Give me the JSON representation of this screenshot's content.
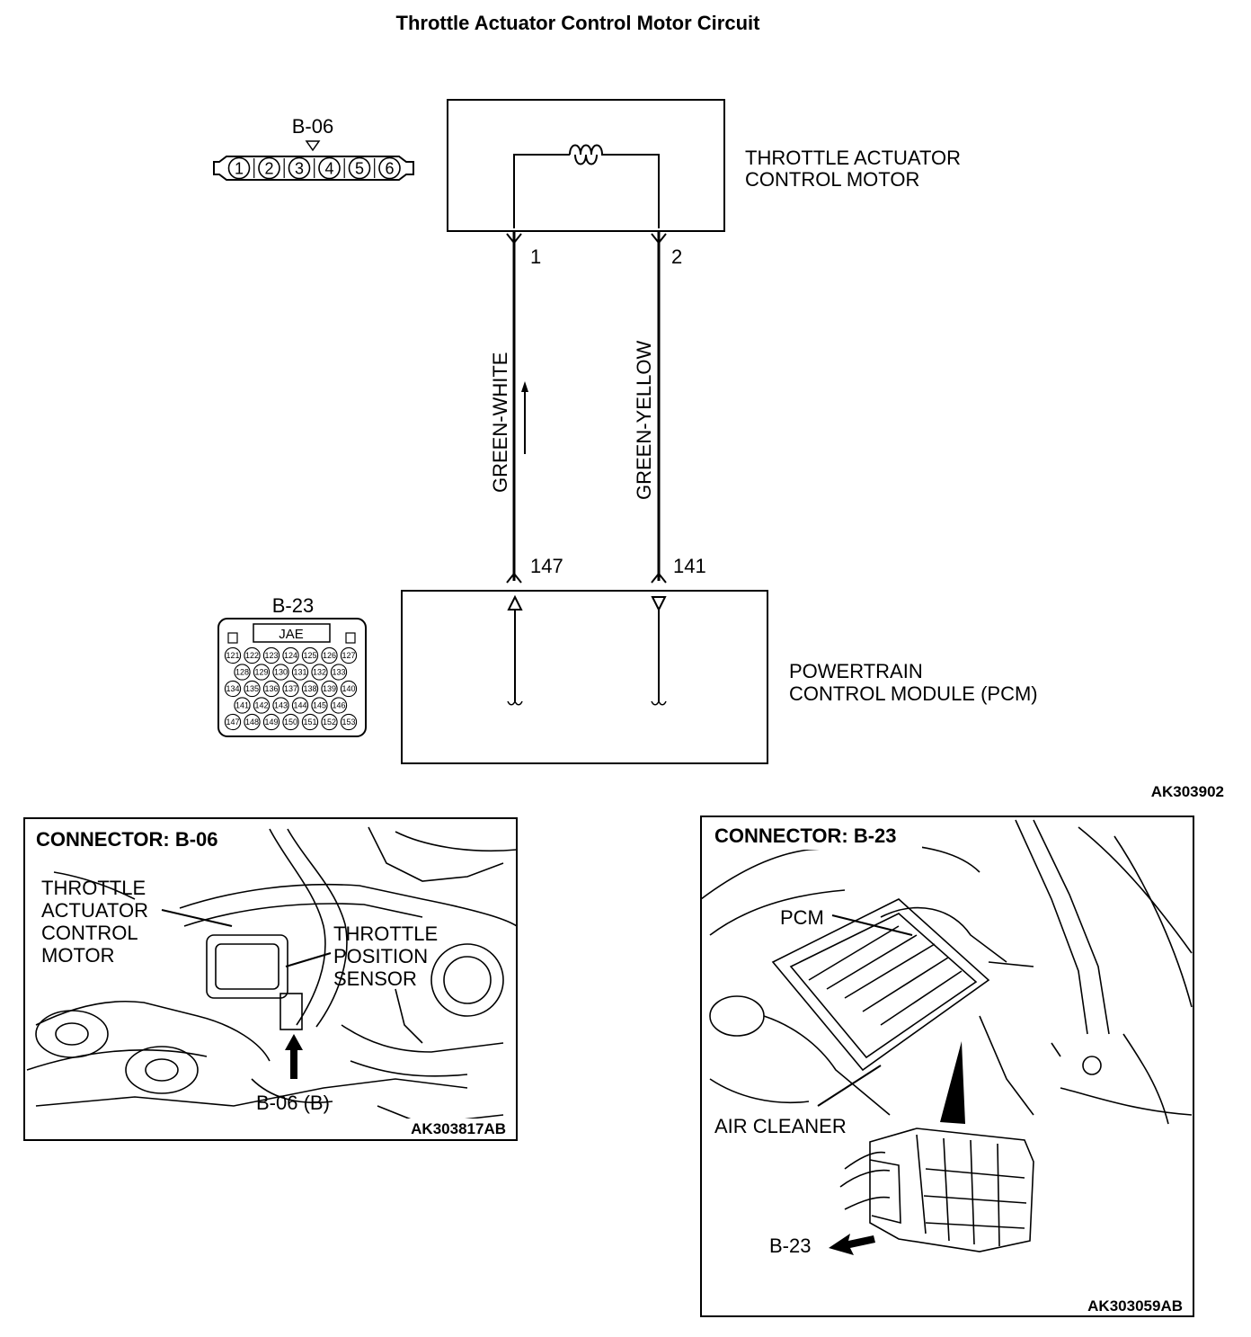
{
  "title": "Throttle Actuator Control Motor Circuit",
  "figure_id": "AK303902",
  "motor": {
    "label_line1": "THROTTLE ACTUATOR",
    "label_line2": "CONTROL MOTOR",
    "connector": "B-06",
    "pin_a": "1",
    "pin_b": "2"
  },
  "wires": {
    "left_color": "GREEN-WHITE",
    "right_color": "GREEN-YELLOW"
  },
  "pcm": {
    "label_line1": "POWERTRAIN",
    "label_line2": "CONTROL MODULE (PCM)",
    "connector": "B-23",
    "pin_a": "147",
    "pin_b": "141",
    "maker": "JAE"
  },
  "b06_pins": [
    "1",
    "2",
    "3",
    "4",
    "5",
    "6"
  ],
  "b23_rows": [
    [
      "121",
      "122",
      "123",
      "124",
      "125",
      "126",
      "127"
    ],
    [
      "128",
      "129",
      "130",
      "131",
      "132",
      "133"
    ],
    [
      "134",
      "135",
      "136",
      "137",
      "138",
      "139",
      "140"
    ],
    [
      "141",
      "142",
      "143",
      "144",
      "145",
      "146"
    ],
    [
      "147",
      "148",
      "149",
      "150",
      "151",
      "152",
      "153"
    ]
  ],
  "photo_left": {
    "heading": "CONNECTOR: B-06",
    "label1_line1": "THROTTLE",
    "label1_line2": "ACTUATOR",
    "label1_line3": "CONTROL",
    "label1_line4": "MOTOR",
    "label2_line1": "THROTTLE",
    "label2_line2": "POSITION",
    "label2_line3": "SENSOR",
    "connector_callout": "B-06 (B)",
    "figure_id": "AK303817AB"
  },
  "photo_right": {
    "heading": "CONNECTOR: B-23",
    "pcm_label": "PCM",
    "air_cleaner_label": "AIR CLEANER",
    "connector_callout": "B-23",
    "figure_id": "AK303059AB"
  }
}
